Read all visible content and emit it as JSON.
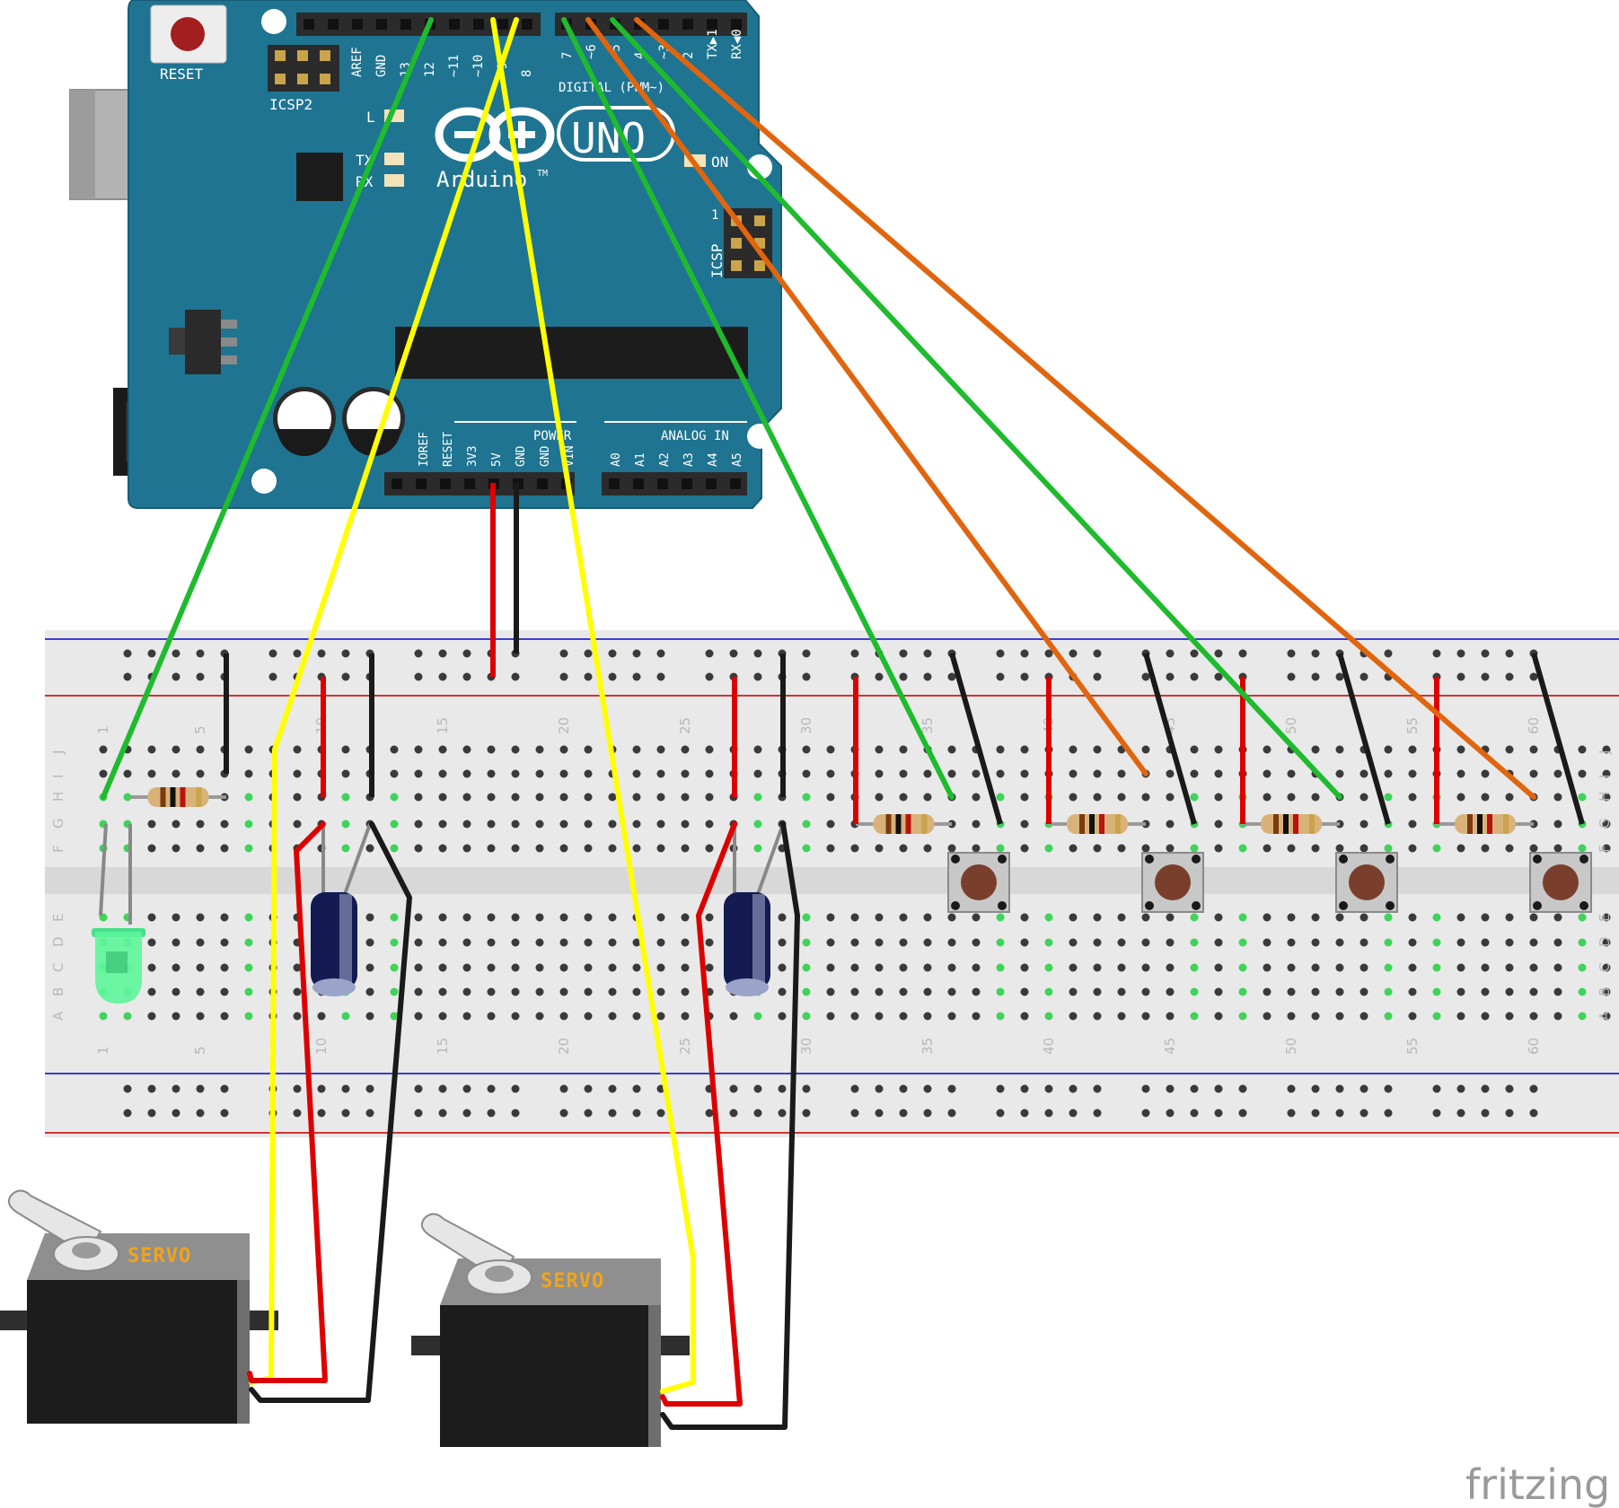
{
  "arduino": {
    "reset": "RESET",
    "icsp2": "ICSP2",
    "icsp": "ICSP",
    "icsp_pin": "1",
    "led_l": "L",
    "tx": "TX",
    "rx": "RX",
    "on": "ON",
    "brand_uno": "UNO",
    "brand_arduino": "Arduino",
    "tm": "TM",
    "digital_label": "DIGITAL (PWM~)",
    "power_label": "POWER",
    "analog_label": "ANALOG IN",
    "top_pins_left": [
      "AREF",
      "GND",
      "13",
      "12",
      "~11",
      "~10",
      "~9",
      "8"
    ],
    "top_pins_right": [
      "7",
      "~6",
      "~5",
      "4",
      "~3",
      "2",
      "TX▶1",
      "RX◀0"
    ],
    "bottom_power_pins": [
      "IOREF",
      "RESET",
      "3V3",
      "5V",
      "GND",
      "GND",
      "VIN"
    ],
    "bottom_analog_pins": [
      "A0",
      "A1",
      "A2",
      "A3",
      "A4",
      "A5"
    ]
  },
  "breadboard": {
    "column_numbers": [
      "1",
      "5",
      "10",
      "15",
      "20",
      "25",
      "30",
      "35",
      "40",
      "45",
      "50",
      "55",
      "60"
    ],
    "row_letters_top": [
      "J",
      "I",
      "H",
      "G",
      "F"
    ],
    "row_letters_bottom": [
      "E",
      "D",
      "C",
      "B",
      "A"
    ]
  },
  "servos": [
    {
      "label": "SERVO"
    },
    {
      "label": "SERVO"
    }
  ],
  "watermark": "fritzing",
  "colors": {
    "board": "#1f7491",
    "wire_green": "#1fbb2e",
    "wire_yellow": "#ffff00",
    "wire_orange": "#e0650f",
    "wire_red": "#dd0000",
    "wire_black": "#1a1a1a",
    "breadboard": "#e9e9e9"
  }
}
